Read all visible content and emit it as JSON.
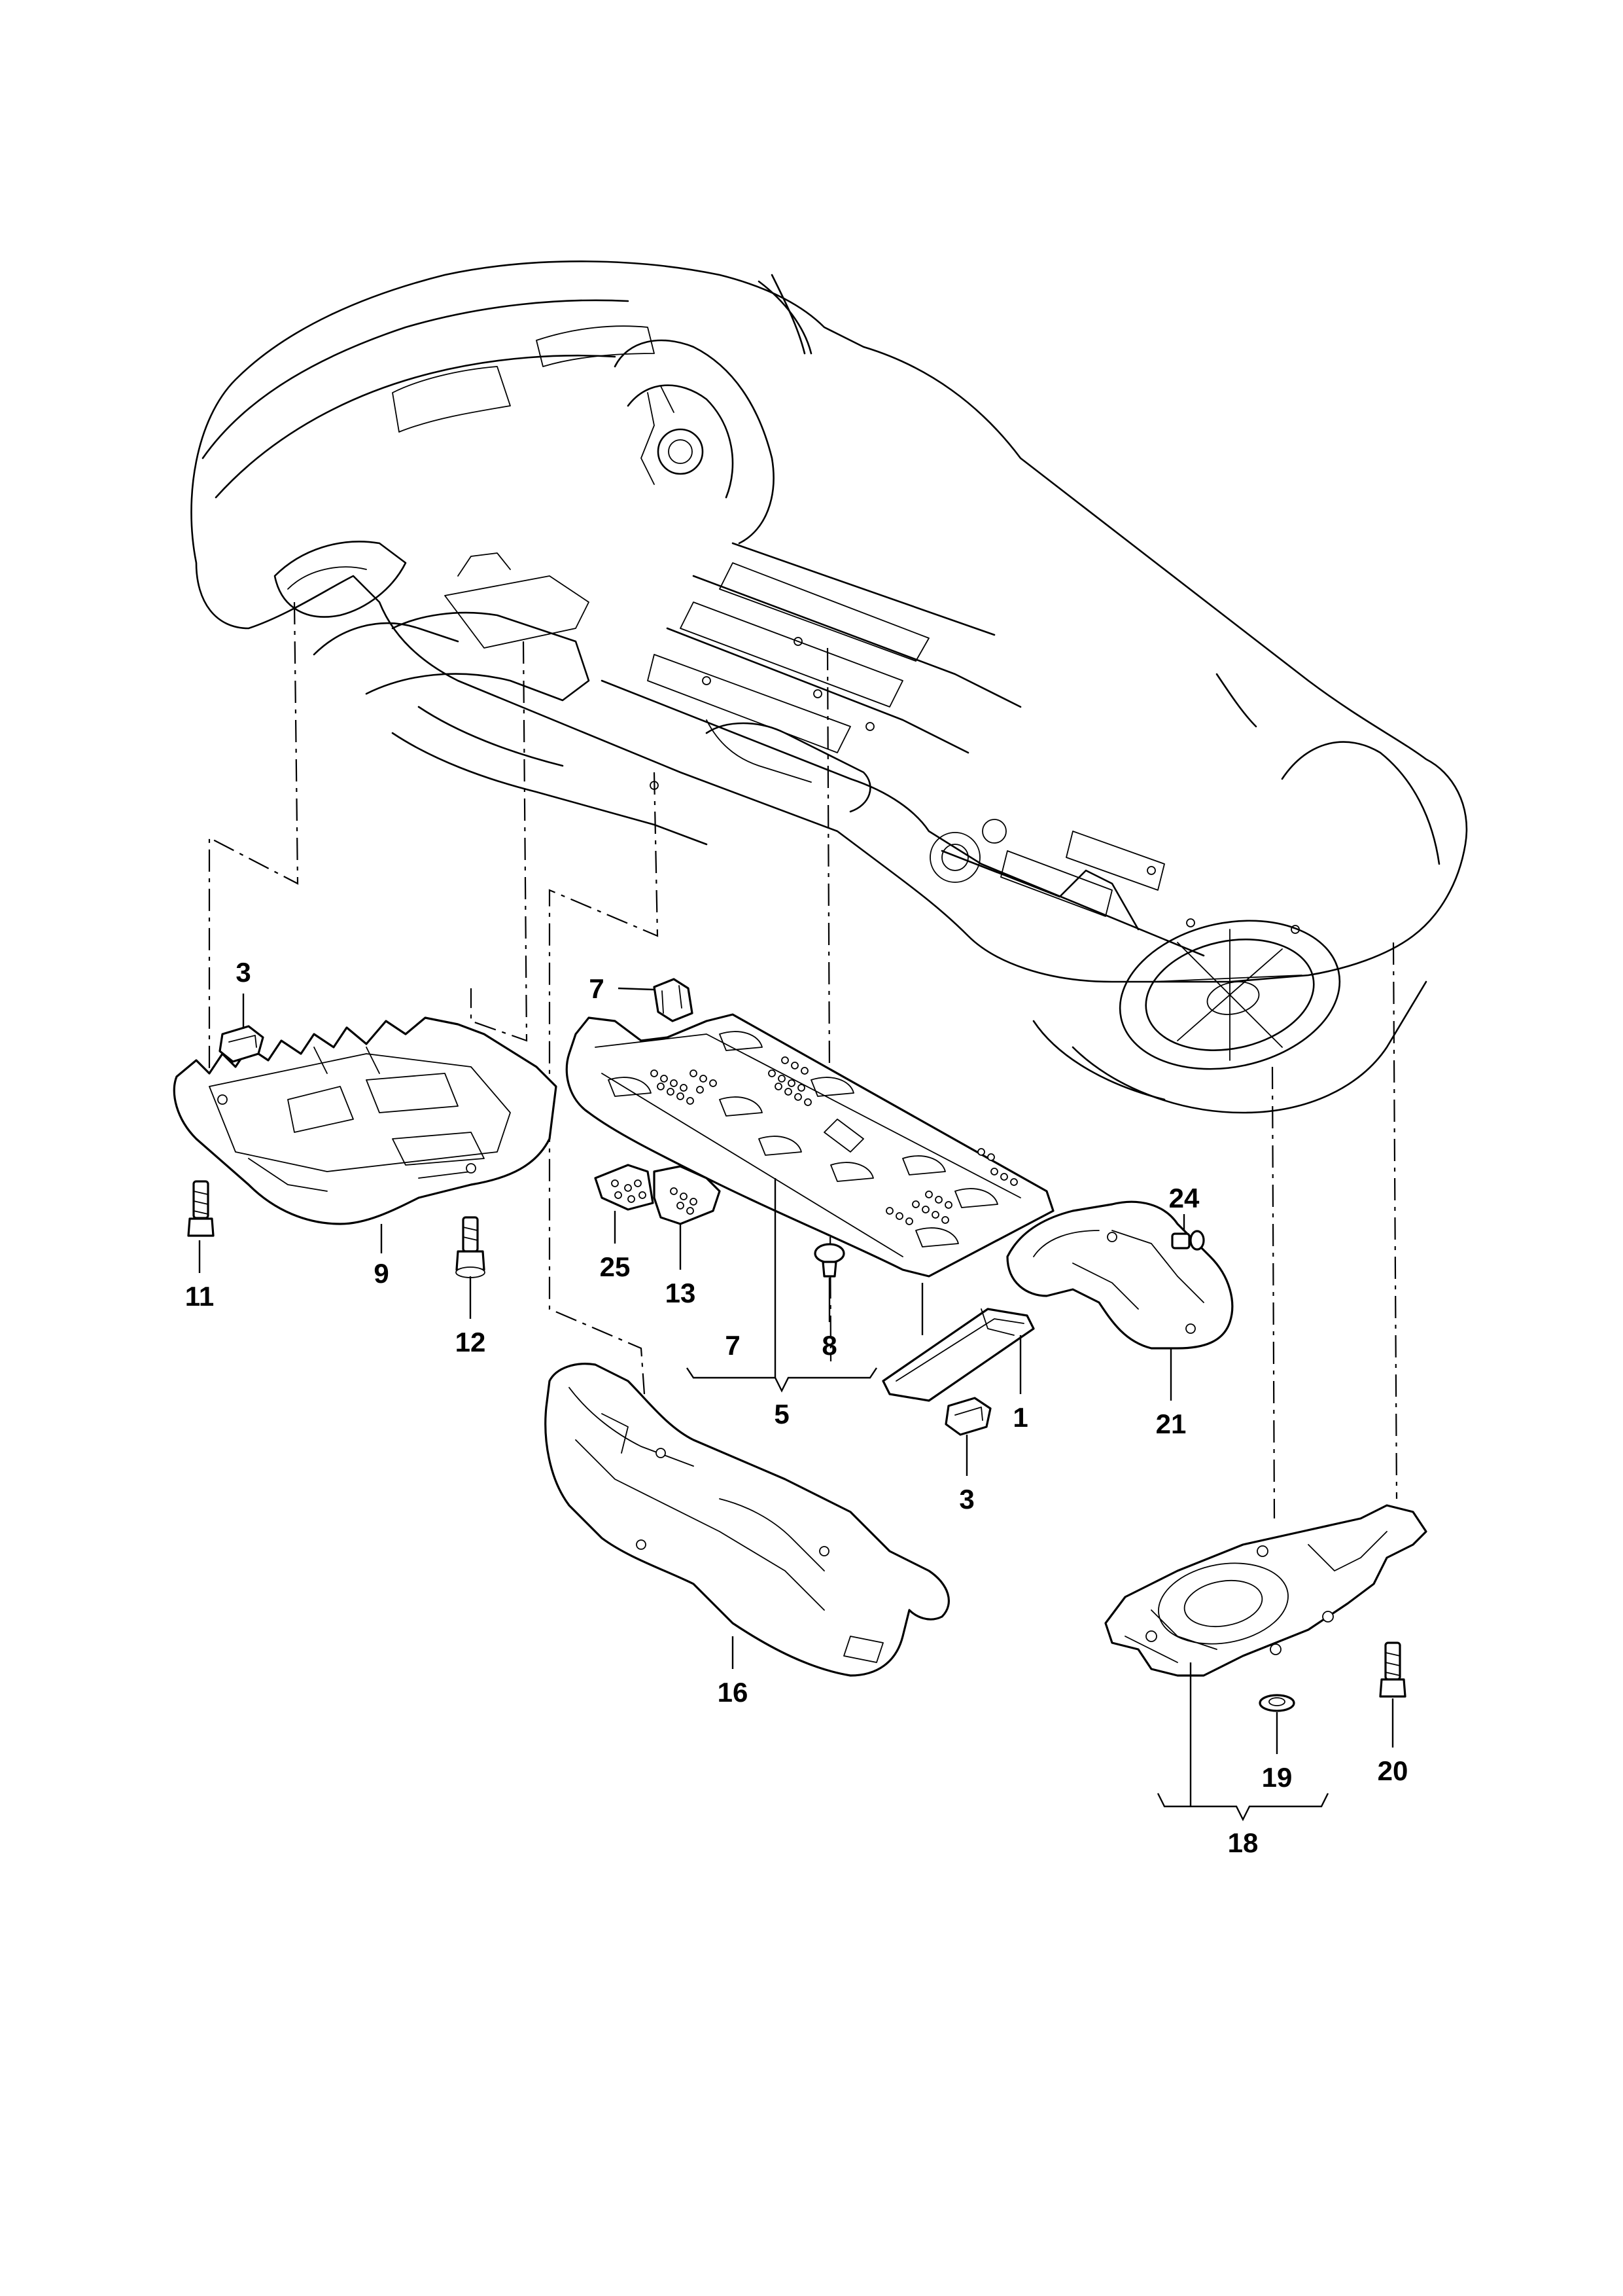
{
  "callouts": {
    "c1": "1",
    "c3a": "3",
    "c3b": "3",
    "c5": "5",
    "c7a": "7",
    "c7b": "7",
    "c8": "8",
    "c9": "9",
    "c11": "11",
    "c12": "12",
    "c13": "13",
    "c16": "16",
    "c18": "18",
    "c19": "19",
    "c20": "20",
    "c21": "21",
    "c24": "24",
    "c25": "25"
  }
}
